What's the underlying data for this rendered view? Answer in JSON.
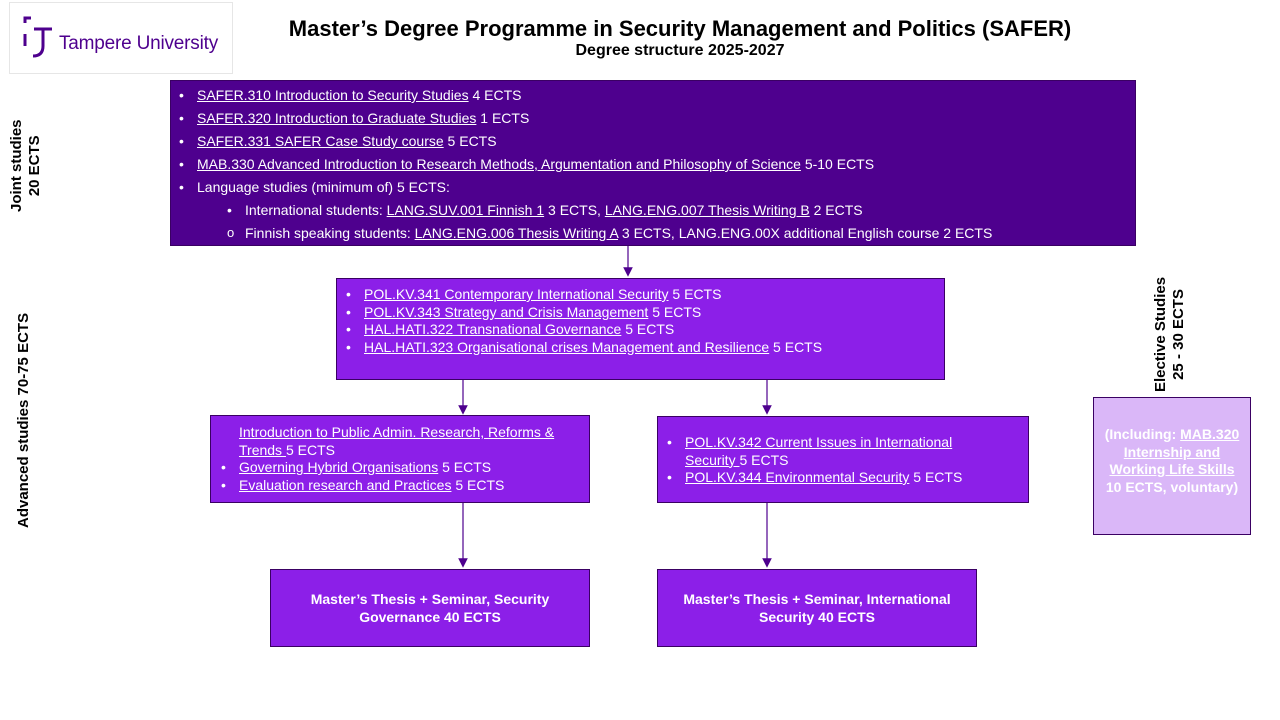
{
  "logo": {
    "text": "Tampere University"
  },
  "header": {
    "title": "Master’s Degree Programme in Security Management and Politics (SAFER)",
    "subtitle": "Degree structure 2025-2027"
  },
  "side_labels": {
    "joint_line1": "Joint studies",
    "joint_line2": "20 ECTS",
    "advanced": "Advanced studies 70-75 ECTS",
    "elective_line1": "Elective Studies",
    "elective_line2": "25 - 30 ECTS"
  },
  "joint": {
    "items": [
      {
        "course": "SAFER.310 Introduction to Security Studies",
        "credits": " 4 ECTS"
      },
      {
        "course": "SAFER.320 Introduction to Graduate Studies",
        "credits": " 1  ECTS"
      },
      {
        "course": "SAFER.331 SAFER Case Study course",
        "credits": " 5 ECTS"
      },
      {
        "course": "MAB.330 Advanced Introduction to Research Methods, Argumentation and Philosophy of Science",
        "credits": " 5-10 ECTS"
      }
    ],
    "language": "Language studies (minimum of) 5 ECTS:",
    "intl": {
      "prefix": "International students: ",
      "course1": "LANG.SUV.001 Finnish 1",
      "mid": " 3 ECTS, ",
      "course2": "LANG.ENG.007 Thesis Writing B",
      "suffix": " 2 ECTS"
    },
    "finnish": {
      "prefix": "Finnish speaking students: ",
      "course": "LANG.ENG.006 Thesis Writing A",
      "suffix": " 3 ECTS, LANG.ENG.00X additional English course 2 ECTS"
    }
  },
  "advanced_common": [
    {
      "course": "POL.KV.341 Contemporary International Security",
      "credits": " 5 ECTS"
    },
    {
      "course": "POL.KV.343 Strategy and Crisis Management",
      "credits": " 5 ECTS"
    },
    {
      "course": "HAL.HATI.322 Transnational Governance",
      "credits": " 5 ECTS"
    },
    {
      "course": "HAL.HATI.323 Organisational crises Management and Resilience",
      "credits": " 5 ECTS"
    }
  ],
  "governance_track": [
    {
      "course": "Introduction to Public Admin. Research, Reforms & Trends ",
      "credits": "5 ECTS"
    },
    {
      "course": "Governing Hybrid Organisations",
      "credits": " 5 ECTS"
    },
    {
      "course": "Evaluation research and Practices",
      "credits": " 5 ECTS"
    }
  ],
  "international_track": [
    {
      "course": "POL.KV.342 Current Issues in International Security ",
      "credits": "5 ECTS"
    },
    {
      "course": "POL.KV.344 Environmental Security",
      "credits": " 5 ECTS"
    }
  ],
  "thesis": {
    "governance": "Master’s Thesis + Seminar, Security Governance 40 ECTS",
    "international": "Master’s Thesis + Seminar, International Security 40 ECTS"
  },
  "elective": {
    "prefix": "(Including: ",
    "course": "MAB.320 Internship and Working Life Skills ",
    "suffix": "10 ECTS, voluntary)"
  },
  "colors": {
    "dark_purple": "#4e008e",
    "medium_purple": "#8c1fe8",
    "light_purple": "#dab7f8",
    "arrow": "#4e008e"
  }
}
